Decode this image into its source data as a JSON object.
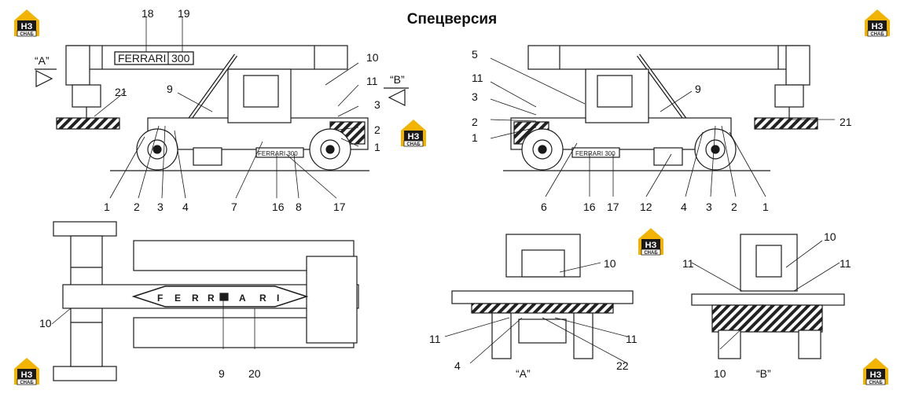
{
  "title": "Спецверсия",
  "logo": {
    "text": "НЗ",
    "subtext": "СНАБ",
    "colors": {
      "accent": "#f2b400",
      "dark": "#1a1a1a"
    }
  },
  "boom_brand": {
    "left": "FERRARI",
    "right": "300"
  },
  "plate_text": "FERRARI 300",
  "top_brand_letters": [
    "F",
    "E",
    "R",
    "R",
    "A",
    "R",
    "I"
  ],
  "views": {
    "front": "“A”",
    "rear": "“B”"
  },
  "arrow_labels": {
    "a": "“A”",
    "b": "“B”"
  },
  "callouts": {
    "left_view": [
      "18",
      "19",
      "10",
      "11",
      "3",
      "2",
      "1",
      "9",
      "21",
      "1",
      "2",
      "3",
      "4",
      "7",
      "16",
      "8",
      "17"
    ],
    "right_view": [
      "5",
      "11",
      "3",
      "2",
      "1",
      "9",
      "21",
      "6",
      "16",
      "17",
      "12",
      "4",
      "3",
      "2",
      "1"
    ],
    "top_view": [
      "10",
      "9",
      "20"
    ],
    "view_a": [
      "10",
      "11",
      "11",
      "4",
      "22"
    ],
    "view_b": [
      "10",
      "11",
      "11",
      "10"
    ]
  },
  "colors": {
    "line": "#1a1a1a",
    "background": "#ffffff"
  }
}
